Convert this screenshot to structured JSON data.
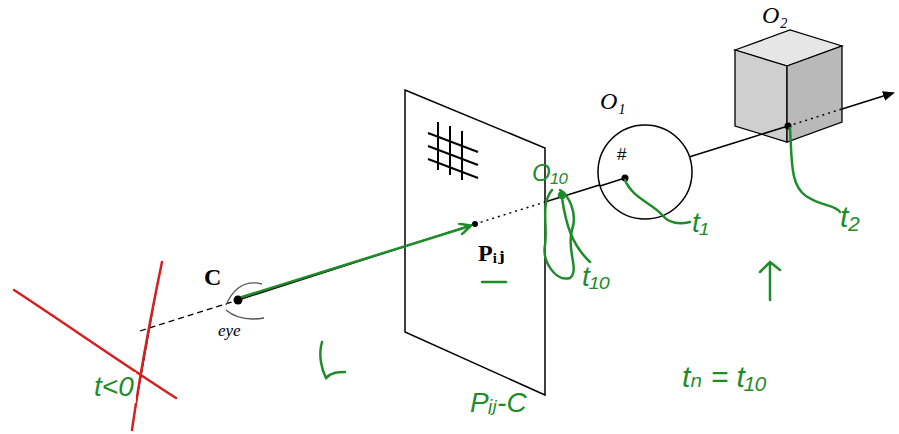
{
  "diagram": {
    "labels": [
      "C",
      "eye",
      "Pᵢⱼ",
      "O₁",
      "O₂",
      "#",
      "O₁₀",
      "t₁₀",
      "t₁",
      "t₂",
      "Pᵢⱼ-C",
      "tₙ = t₁₀",
      "t<0"
    ]
  }
}
